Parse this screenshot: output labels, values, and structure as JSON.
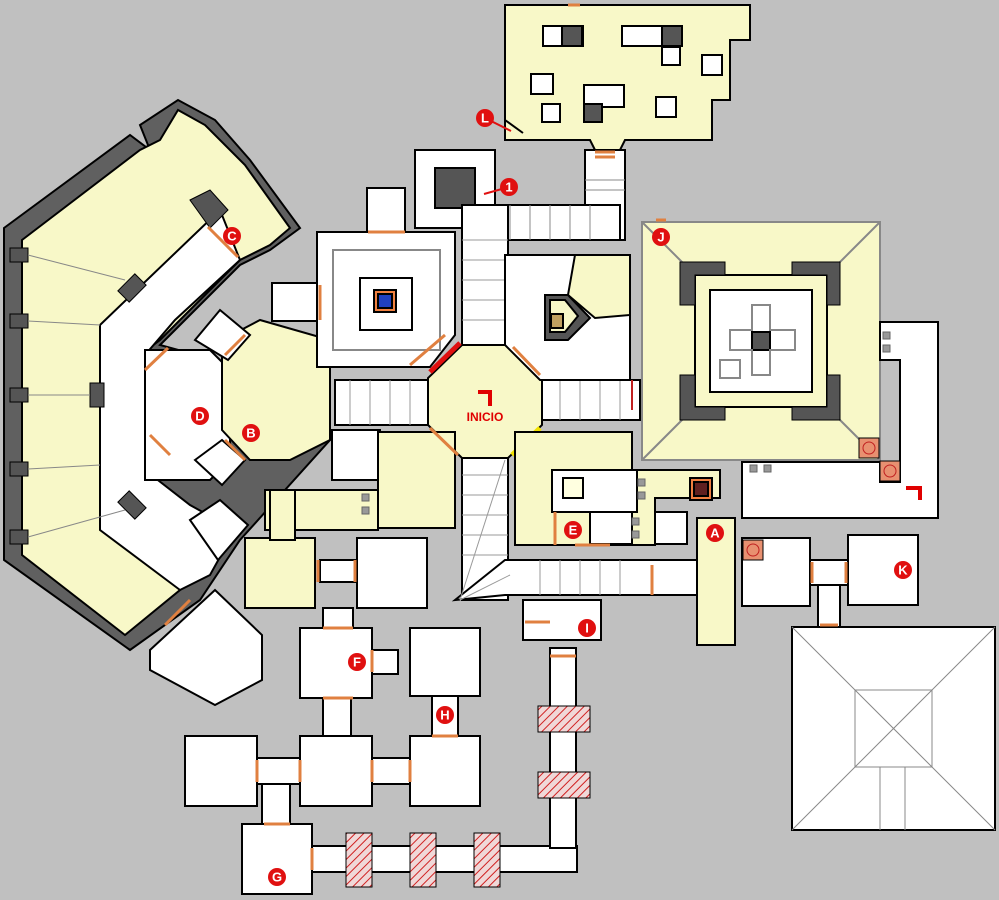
{
  "map": {
    "start_label": "INICIO",
    "markers": [
      "A",
      "B",
      "C",
      "D",
      "E",
      "F",
      "G",
      "H",
      "I",
      "J",
      "K",
      "L",
      "1"
    ]
  },
  "colors": {
    "background": "#c0c0c0",
    "room_yellow": "#f8f8c8",
    "room_white": "#ffffff",
    "wall_dark": "#606060",
    "marker_red": "#e01010",
    "door_orange": "#e08040",
    "hazard_red": "#d02020",
    "locked_yellow_door": "#f0e000"
  },
  "icons": {
    "start": "start-arrow-icon",
    "exit": "exit-arrow-icon",
    "teleporter": "teleporter-icon",
    "switch": "switch-icon",
    "marker": "map-marker-icon"
  }
}
